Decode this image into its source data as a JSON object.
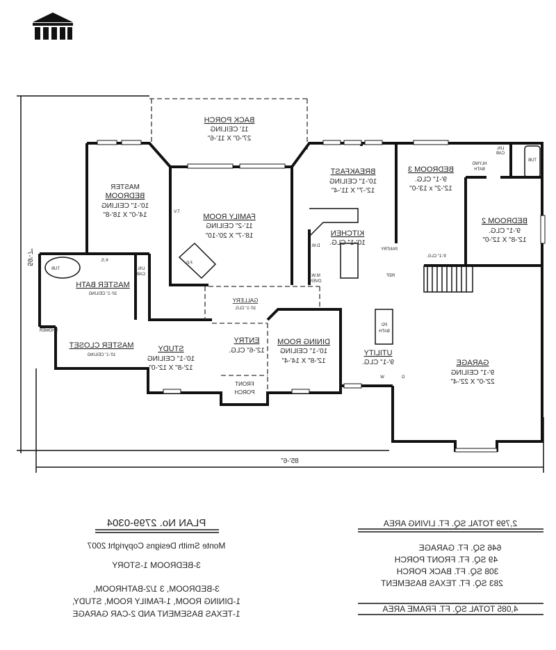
{
  "logo": {
    "icon": "columns-house-logo"
  },
  "dimensions": {
    "width": "85'-6\"",
    "depth": "59'-7\""
  },
  "rooms": {
    "back_porch": {
      "name": "BACK PORCH",
      "ceiling": "11' CEILING",
      "size": "27'-0\" X 11'-6\""
    },
    "master_bedroom": {
      "name1": "MASTER",
      "name2": "BEDROOM",
      "ceiling": "10'-1\" CEILING",
      "size": "14'-0\" X 18'-8\""
    },
    "family_room": {
      "name": "FAMILY ROOM",
      "ceiling": "11'-2\" CEILING",
      "size": "18'-7\" X 20'-10\"",
      "tv": "T.V.",
      "fp": "F.P."
    },
    "breakfast": {
      "name": "BREAKFAST",
      "ceiling": "10'-1\" CEILING",
      "size": "12'-7\" X 11'-4\""
    },
    "kitchen": {
      "name": "KITCHEN",
      "ceiling": "10'-1\" CLG.",
      "dw": "D.W.",
      "mw": "M.W.",
      "oven": "OVEN",
      "pantry": "PANTRY",
      "ref": "REF"
    },
    "bedroom3": {
      "name": "BEDROOM 3",
      "ceiling": "9'-1\" CLG.",
      "size": "12'-2\" x 13'-0\""
    },
    "hlywd_bath": {
      "name1": "HLYWD",
      "name2": "BATH",
      "lin": "LIN.",
      "cab": "CAB",
      "tub": "TUB"
    },
    "bedroom2": {
      "name": "BEDROOM 2",
      "ceiling": "9'-1\" CLG.",
      "size": "12'-8\" X 12'-0\""
    },
    "hall": {
      "ceiling": "9'-1\" CLG."
    },
    "master_bath": {
      "name": "MASTER BATH",
      "ceiling": "10'-1\" CEILING",
      "tub": "TUB",
      "ks": "K.S.",
      "lin": "LIN.",
      "cab": "CAB",
      "shower": "SHOWER"
    },
    "master_closet": {
      "name": "MASTER CLOSET",
      "ceiling": "10'-1\" CEILING"
    },
    "gallery": {
      "name": "GALLERY",
      "ceiling": "10'-1\" CLG."
    },
    "study": {
      "name": "STUDY",
      "ceiling": "10'-1\" CEILING",
      "size": "12'-8\" X 12'-0\""
    },
    "entry": {
      "name": "ENTRY",
      "ceiling": "12'-6\" CLG."
    },
    "front_porch": {
      "name1": "FRONT",
      "name2": "PORCH"
    },
    "dining_room": {
      "name": "DINING ROOM",
      "ceiling": "10'-1\" CEILING",
      "size": "12'-8\" X 14'-4\""
    },
    "pd_bath": {
      "name1": "PD",
      "name2": "BATH"
    },
    "utility": {
      "name": "UTILITY",
      "ceiling": "9'-1\" CLG.",
      "d": "D",
      "w": "W"
    },
    "garage": {
      "name": "GARAGE",
      "ceiling": "9'-1\" CEILING",
      "size": "22'-0\" X 22'-4\""
    }
  },
  "info": {
    "plan_no": "PLAN No. 2799-0304",
    "copyright": "Monte Smith Designs Copyright 2007",
    "type": "3-BEDROOM   1-STORY",
    "desc1": "3-BEDROOM, 3 1/2-BATHROOM,",
    "desc2": "1-DINING ROOM, 1-FAMILY ROOM, STUDY,",
    "desc3": "1-TEXAS BASEMENT AND 2-CAR GARAGE"
  },
  "areas": {
    "living": "2,799  TOTAL SQ. FT. LIVING AREA",
    "garage": "646  SQ. FT. GARAGE",
    "front_porch": "49  SQ. FT. FRONT PORCH",
    "back_porch": "308  SQ. FT. BACK PORCH",
    "basement": "283  SQ. FT. TEXAS BASEMENT",
    "frame": "4,085  TOTAL SQ. FT. FRAME AREA"
  }
}
